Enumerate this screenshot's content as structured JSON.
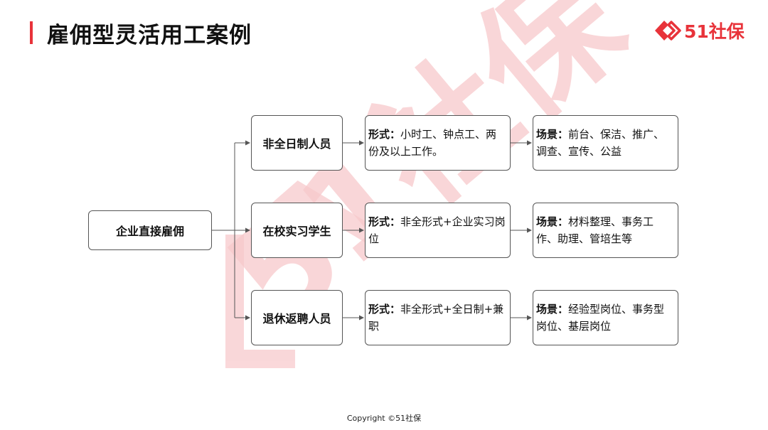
{
  "header": {
    "title": "雇佣型灵活用工案例",
    "logo_text": "51社保",
    "accent_color": "#e8333a"
  },
  "watermark": {
    "text": "51社保",
    "color": "#f7c9cb"
  },
  "diagram": {
    "root": "企业直接雇佣",
    "rows": [
      {
        "category": "非全日制人员",
        "form_label": "形式：",
        "form_text": "小时工、钟点工、两份及以上工作。",
        "scene_label": "场景：",
        "scene_text": "前台、保洁、推广、调查、宣传、公益"
      },
      {
        "category": "在校实习学生",
        "form_label": "形式：",
        "form_text": "非全形式+企业实习岗位",
        "scene_label": "场景：",
        "scene_text": "材料整理、事务工作、助理、管培生等"
      },
      {
        "category": "退休返聘人员",
        "form_label": "形式：",
        "form_text": "非全形式+全日制+兼职",
        "scene_label": "场景：",
        "scene_text": "经验型岗位、事务型岗位、基层岗位"
      }
    ]
  },
  "footer": {
    "copyright": "Copyright ©51社保"
  }
}
